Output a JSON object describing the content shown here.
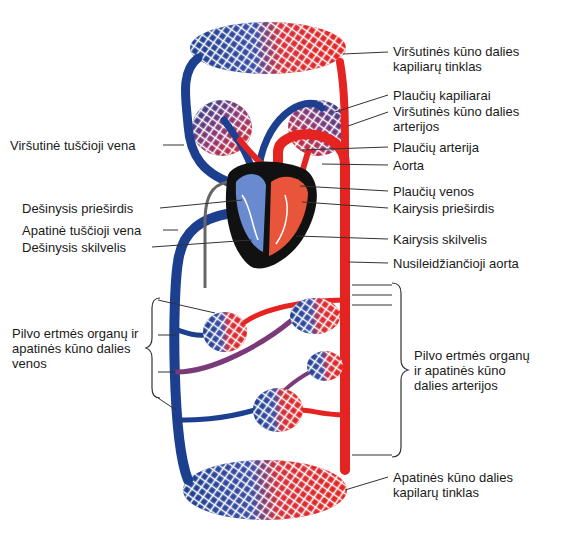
{
  "diagram": {
    "labels": [
      "Viršutinės kūno dalies kapiliarų tinklas",
      "Plaučių kapiliarai",
      "Viršutinės kūno dalies arterijos",
      "Plaučių arterija",
      "Aorta",
      "Plaučių venos",
      "Kairysis prieširdis",
      "Kairysis skilvelis",
      "Nusileidžiančioji aorta",
      "Viršutinė tuščioji vena",
      "Dešinysis prieširdis",
      "Apatinė tuščioji vena",
      "Dešinysis skilvelis",
      "Pilvo ertmės organų ir apatinės kūno dalies venos",
      "Pilvo ertmės organų ir apatinės kūno dalies arterijos",
      "Apatinės kūno dalies kapilarų tinklas"
    ]
  }
}
